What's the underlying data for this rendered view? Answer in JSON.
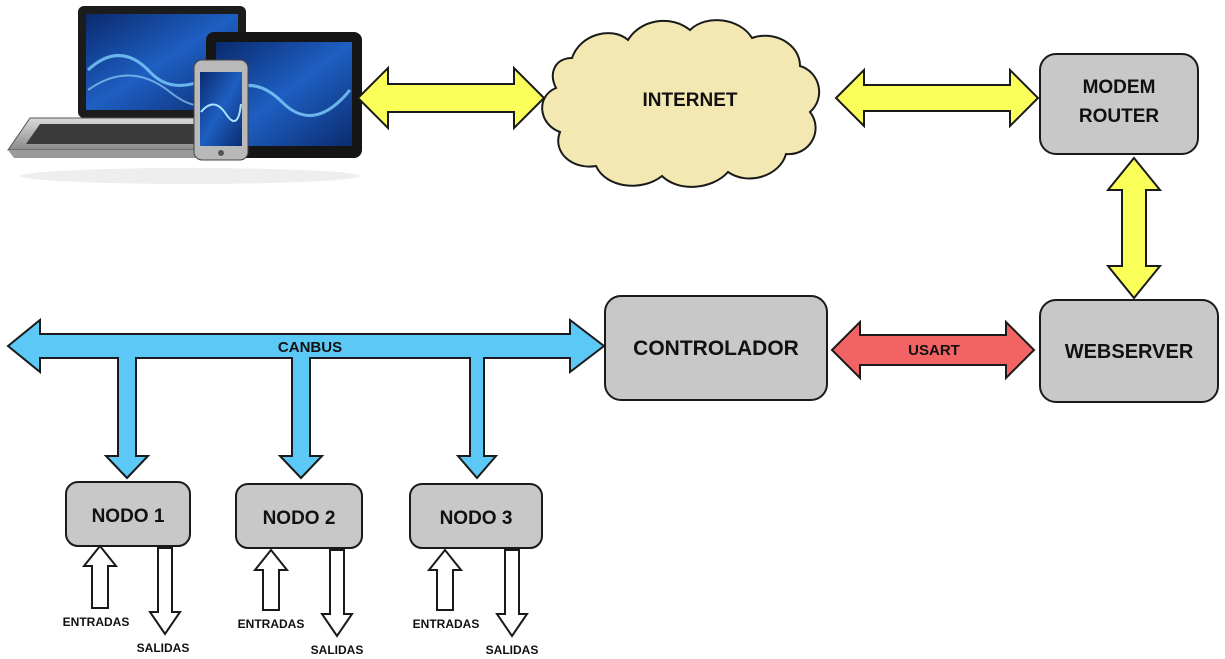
{
  "nodes": {
    "internet": "INTERNET",
    "modem_line1": "MODEM",
    "modem_line2": "ROUTER",
    "webserver": "WEBSERVER",
    "controlador": "CONTROLADOR",
    "nodo1": "NODO 1",
    "nodo2": "NODO 2",
    "nodo3": "NODO 3"
  },
  "links": {
    "canbus": "CANBUS",
    "usart": "USART"
  },
  "io": {
    "entradas": "ENTRADAS",
    "salidas": "SALIDAS"
  },
  "colors": {
    "box": "#c8c8c8",
    "cloud": "#f4e8b2",
    "yellow_link": "#fbff5a",
    "canbus_link": "#5bc8f5",
    "usart_link": "#f26464"
  },
  "icons": {
    "devices": "laptop-tablet-phone-icon"
  }
}
